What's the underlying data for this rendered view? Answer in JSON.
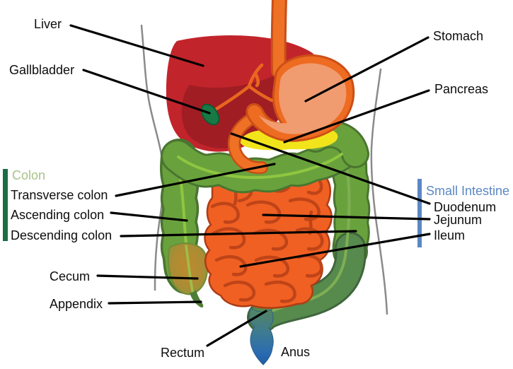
{
  "labels": {
    "liver": "Liver",
    "gallbladder": "Gallbladder",
    "stomach": "Stomach",
    "pancreas": "Pancreas",
    "cecum": "Cecum",
    "appendix": "Appendix",
    "rectum": "Rectum",
    "anus": "Anus"
  },
  "groups": {
    "colon": {
      "title": "Colon",
      "items": [
        "Transverse colon",
        "Ascending colon",
        "Descending colon"
      ]
    },
    "small_intestine": {
      "title": "Small Intestine",
      "items": [
        "Duodenum",
        "Jejunum",
        "Ileum"
      ]
    }
  },
  "colors": {
    "label_text": "#0d0d0d",
    "colon_group_label": "#a9c289",
    "colon_group_bar": "#1a6e44",
    "small_intestine_label": "#5b87c5",
    "small_intestine_bar": "#5b87c5",
    "leader_line": "#000000",
    "body_outline": "#8a8a8a",
    "liver": "#c2242b",
    "liver_dark": "#a01d24",
    "esophagus": "#ee7125",
    "esophagus_outline": "#c94e17",
    "stomach": "#ee6b22",
    "stomach_inner": "#f09c70",
    "stomach_outline": "#cc4f16",
    "pancreas": "#f2e41a",
    "colon_green": "#69a23d",
    "colon_outline": "#4a7530",
    "colon_lower_green": "#578a4d",
    "colon_lower_outline": "#40663d",
    "taenia_light_green": "#8fc640",
    "taenia_muted_green": "#7fae53",
    "cecum_taenia": "#9dbf4a",
    "small_intestine_fill": "#f06023",
    "small_intestine_folds": "#bf4418",
    "small_intestine_outline": "#ad3d15",
    "appendix_green": "#4e7d35",
    "gallbladder_green": "#177a44",
    "gallbladder_outline": "#0d5c33",
    "bile_duct_orange": "#e8671f",
    "rectum_teal": "#55855f",
    "rectum_mid_blue": "#2b6cb0",
    "rectum_deep_blue": "#1d5ca8"
  }
}
